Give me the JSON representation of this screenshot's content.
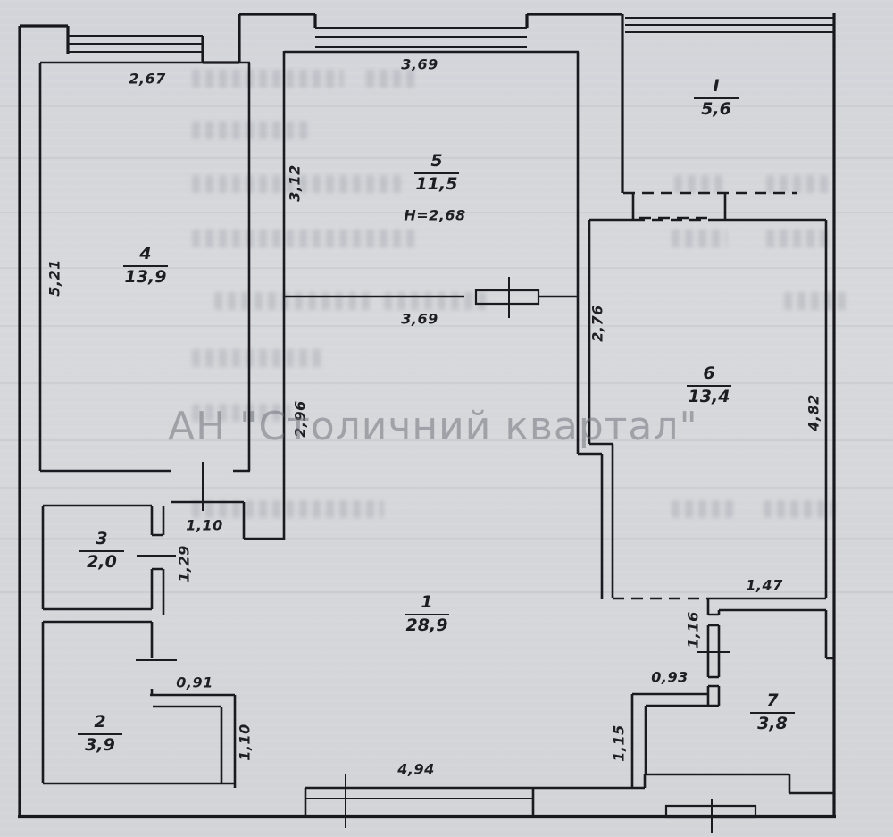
{
  "watermark": "АН \"Столичний квартал\"",
  "rooms": [
    {
      "number": "1",
      "area": "28,9"
    },
    {
      "number": "2",
      "area": "3,9"
    },
    {
      "number": "3",
      "area": "2,0"
    },
    {
      "number": "4",
      "area": "13,9"
    },
    {
      "number": "5",
      "area": "11,5",
      "height": "H=2,68"
    },
    {
      "number": "6",
      "area": "13,4"
    },
    {
      "number": "7",
      "area": "3,8"
    },
    {
      "number": "I",
      "area": "5,6"
    }
  ],
  "dimensions": {
    "room4_width": "2,67",
    "room5_width_top": "3,69",
    "room4_height": "5,21",
    "room5_height": "3,12",
    "room5_width_bottom": "3,69",
    "corridor_height": "2,96",
    "room6_left_height": "2,76",
    "room6_right_height": "4,82",
    "room6_bottom": "1,47",
    "passage_height": "1,16",
    "wc_wall_width": "0,93",
    "wc_wall_height": "1,15",
    "room4_door": "1,10",
    "hall_width": "1,29",
    "storage_opening": "0,91",
    "storage_side": "1,10",
    "window_width": "4,94"
  }
}
